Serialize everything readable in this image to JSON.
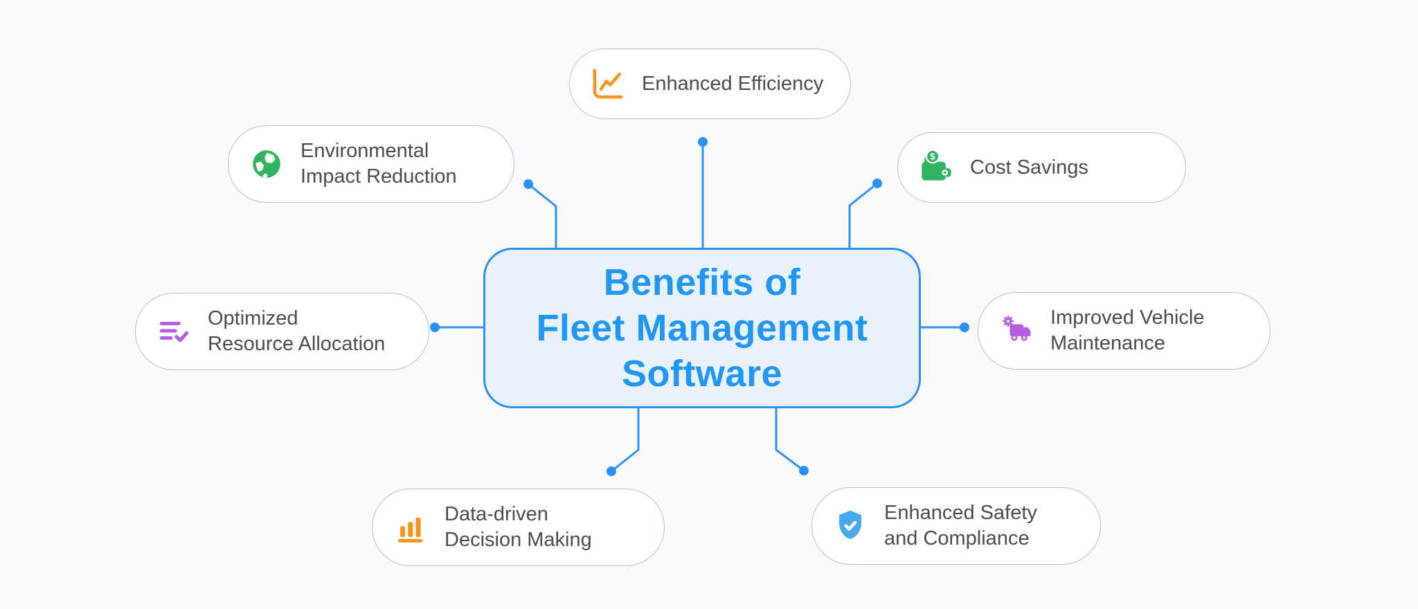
{
  "diagram": {
    "type": "mindmap",
    "background": "#FAFAFC",
    "center": {
      "title_lines": [
        "Benefits of",
        "Fleet Management",
        "Software"
      ],
      "fill": "#E8F1FC",
      "border_color": "#2B8FF2",
      "text_color": "#2196F3"
    },
    "connector_color": "#2E90F4",
    "nodes": [
      {
        "id": "enhanced-efficiency",
        "position": "top",
        "label_lines": [
          "Enhanced Efficiency"
        ],
        "icon": "line-chart-icon",
        "icon_color": "#F7941E"
      },
      {
        "id": "environmental-impact-reduction",
        "position": "upper-left",
        "label_lines": [
          "Environmental",
          "Impact Reduction"
        ],
        "icon": "globe-icon",
        "icon_color": "#30B45F"
      },
      {
        "id": "cost-savings",
        "position": "upper-right",
        "label_lines": [
          "Cost Savings"
        ],
        "icon": "wallet-icon",
        "icon_color": "#30B45F"
      },
      {
        "id": "optimized-resource-allocation",
        "position": "left",
        "label_lines": [
          "Optimized",
          "Resource Allocation"
        ],
        "icon": "checklist-icon",
        "icon_color": "#B55BE4"
      },
      {
        "id": "improved-vehicle-maintenance",
        "position": "right",
        "label_lines": [
          "Improved Vehicle",
          "Maintenance"
        ],
        "icon": "truck-gear-icon",
        "icon_color": "#B55BE4"
      },
      {
        "id": "data-driven-decision-making",
        "position": "bottom-left",
        "label_lines": [
          "Data-driven",
          "Decision Making"
        ],
        "icon": "bar-chart-icon",
        "icon_color": "#F7941E"
      },
      {
        "id": "enhanced-safety-and-compliance",
        "position": "bottom-right",
        "label_lines": [
          "Enhanced Safety",
          "and Compliance"
        ],
        "icon": "shield-check-icon",
        "icon_color": "#49A8ED"
      }
    ]
  }
}
